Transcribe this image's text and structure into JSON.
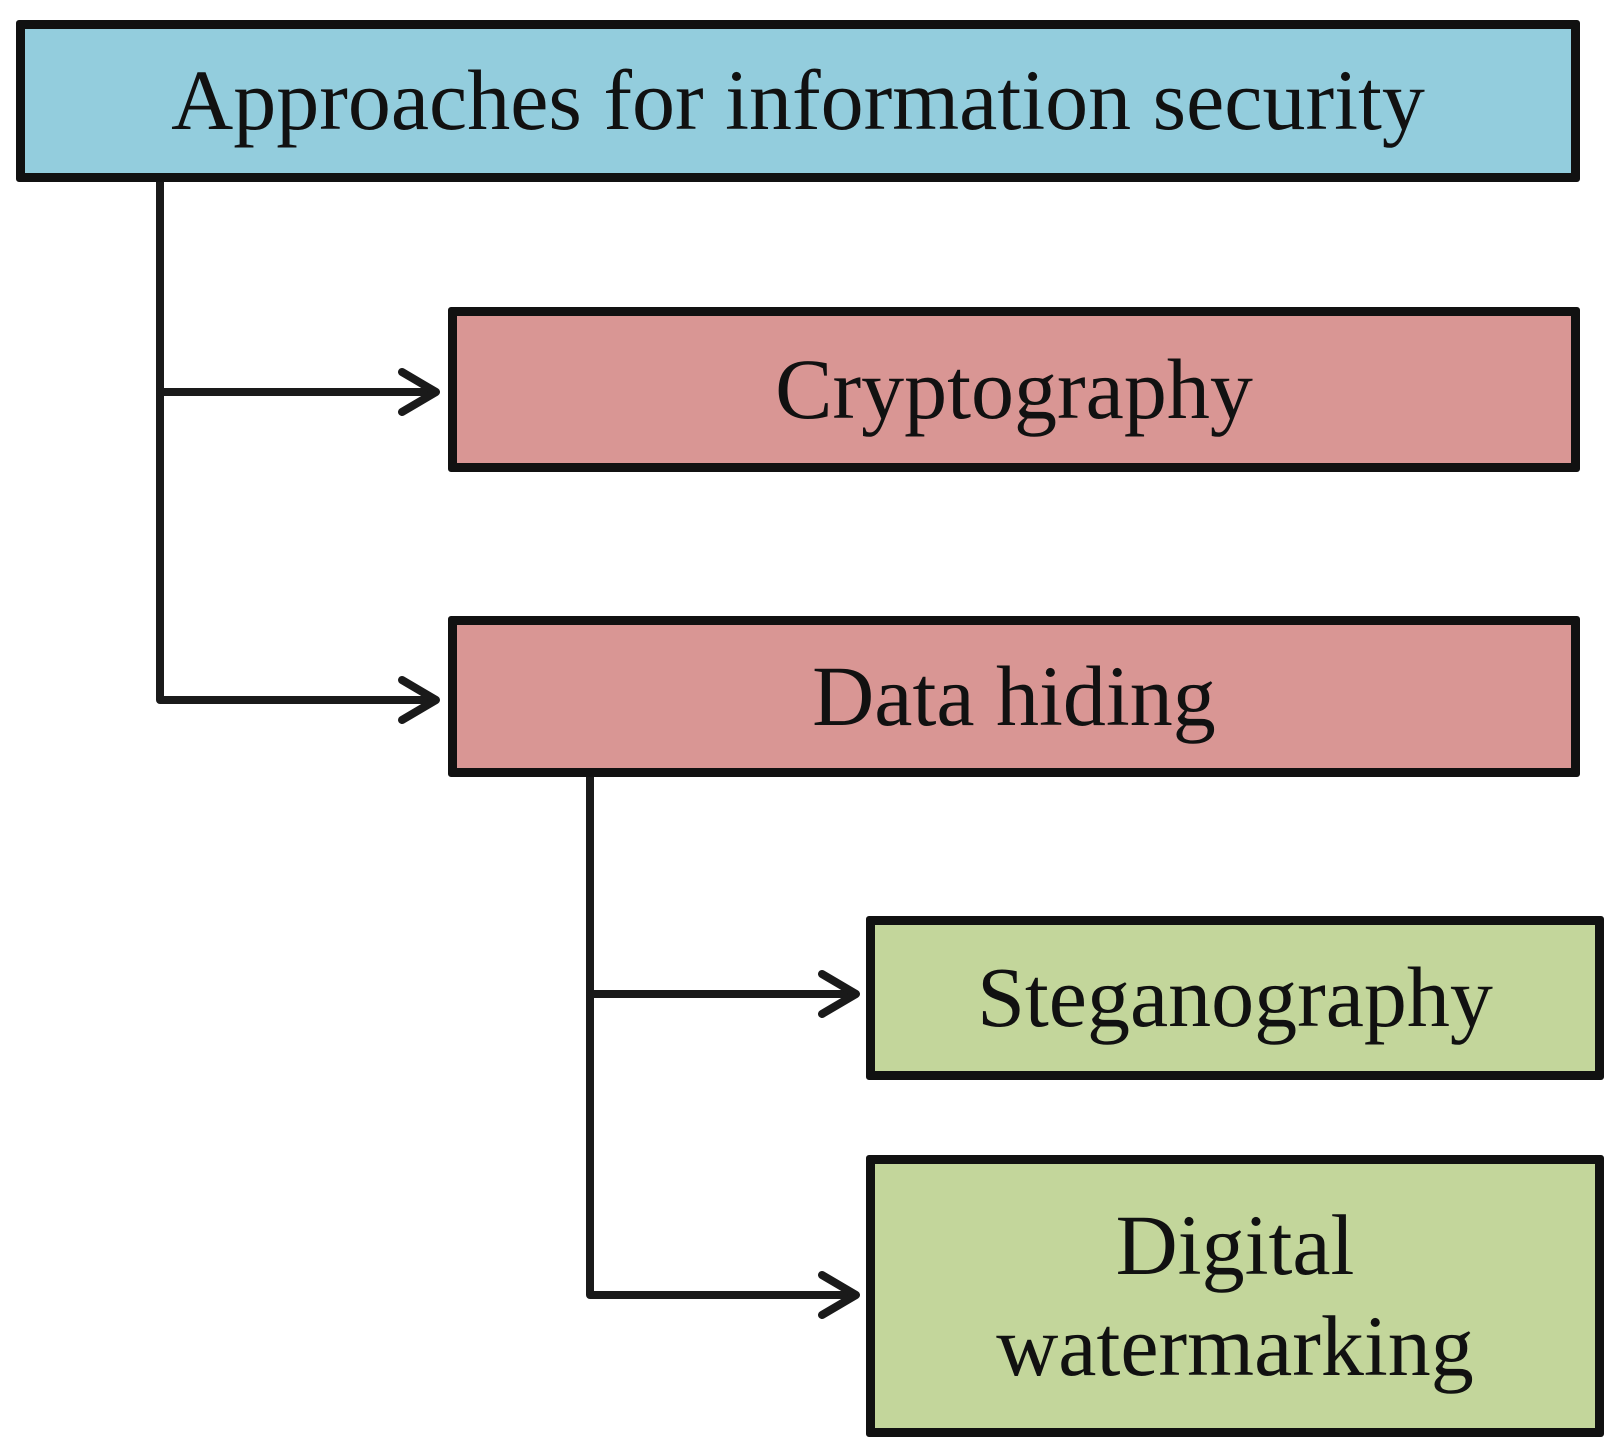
{
  "diagram": {
    "root": {
      "label": "Approaches for information security",
      "fill": "#93cddd"
    },
    "children": [
      {
        "label": "Cryptography",
        "fill": "#d99694"
      },
      {
        "label": "Data hiding",
        "fill": "#d99694",
        "children": [
          {
            "label": "Steganography",
            "fill": "#c3d69b"
          },
          {
            "label": "Digital watermarking",
            "fill": "#c3d69b"
          }
        ]
      }
    ],
    "line_color": "#1a1a1a"
  }
}
